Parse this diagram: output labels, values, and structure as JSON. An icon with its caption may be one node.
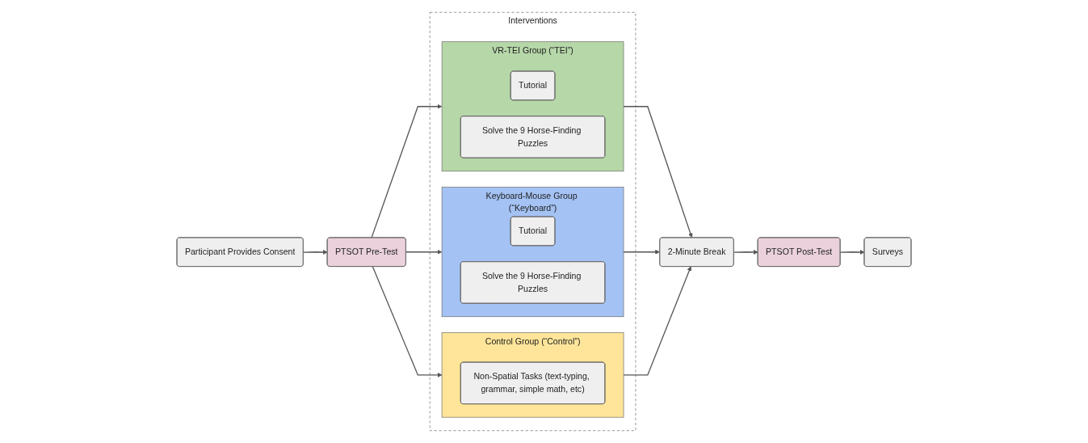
{
  "diagram": {
    "nodes": [
      {
        "text": [
          "Participant Provides Consent"
        ]
      },
      {
        "text": [
          "PTSOT Pre-Test"
        ]
      },
      {
        "text": [
          "Interventions"
        ]
      },
      {
        "text": [
          "VR-TEI Group (“TEI”)"
        ],
        "in": 2
      },
      {
        "text": [
          "Tutorial"
        ],
        "in": 3
      },
      {
        "text": [
          "Solve the 9 Horse-Finding Puzzles"
        ],
        "in": 3
      },
      {
        "text": [
          "Keyboard-Mouse Group (“Keyboard”)"
        ],
        "in": 2
      },
      {
        "text": [
          "Tutorial"
        ],
        "in": 6
      },
      {
        "text": [
          "Solve the 9 Horse-Finding Puzzles"
        ],
        "in": 6
      },
      {
        "text": [
          "Control Group (“Control”)"
        ],
        "in": 2
      },
      {
        "text": [
          "Non-Spatial Tasks (text-typing, grammar, simple math, etc)"
        ],
        "in": 9
      },
      {
        "text": [
          "2-Minute Break"
        ]
      },
      {
        "text": [
          "PTSOT Post-Test"
        ]
      },
      {
        "text": [
          "Surveys"
        ]
      }
    ],
    "edges": [
      {
        "from": 0,
        "to": 1,
        "arrow": "to"
      },
      {
        "from": 1,
        "to": 3,
        "arrow": "to"
      },
      {
        "from": 1,
        "to": 6,
        "arrow": "to"
      },
      {
        "from": 1,
        "to": 9,
        "arrow": "to"
      },
      {
        "from": 3,
        "to": 11,
        "arrow": "to"
      },
      {
        "from": 6,
        "to": 11,
        "arrow": "to"
      },
      {
        "from": 9,
        "to": 11,
        "arrow": "to"
      },
      {
        "from": 11,
        "to": 12,
        "arrow": "to"
      },
      {
        "from": 12,
        "to": 13,
        "arrow": "to"
      }
    ]
  }
}
